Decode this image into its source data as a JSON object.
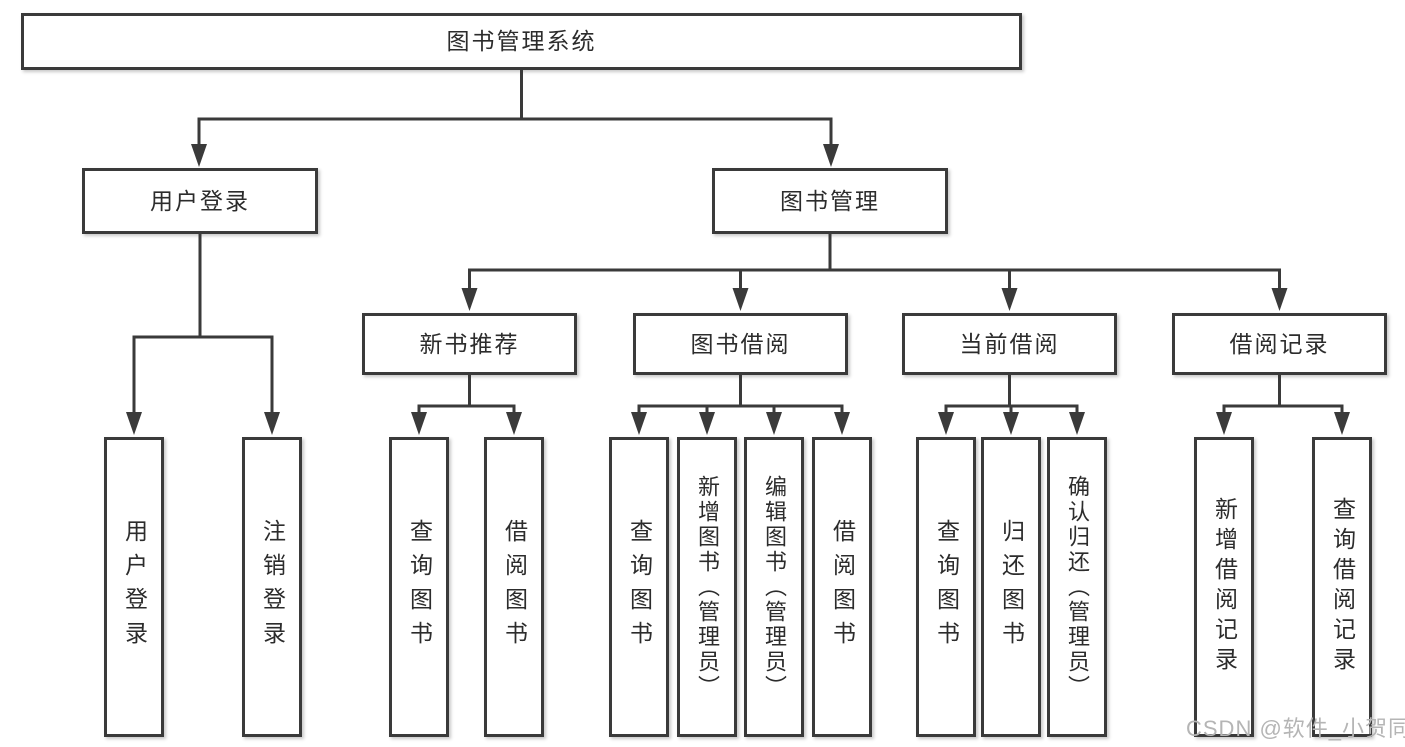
{
  "diagram": {
    "type": "org-tree",
    "colors": {
      "box_border": "#3a3a3a",
      "connector_line": "#3a3a3a",
      "text": "#2c2c2c",
      "background": "#ffffff",
      "watermark": "#b5b5b5"
    },
    "tree": {
      "label": "图书管理系统",
      "children": [
        {
          "label": "用户登录",
          "children": [
            {
              "label": "用户登录"
            },
            {
              "label": "注销登录"
            }
          ]
        },
        {
          "label": "图书管理",
          "children": [
            {
              "label": "新书推荐",
              "children": [
                {
                  "label": "查询图书"
                },
                {
                  "label": "借阅图书"
                }
              ]
            },
            {
              "label": "图书借阅",
              "children": [
                {
                  "label": "查询图书"
                },
                {
                  "label": "新增图书（管理员）"
                },
                {
                  "label": "编辑图书（管理员）"
                },
                {
                  "label": "借阅图书"
                }
              ]
            },
            {
              "label": "当前借阅",
              "children": [
                {
                  "label": "查询图书"
                },
                {
                  "label": "归还图书"
                },
                {
                  "label": "确认归还（管理员）"
                }
              ]
            },
            {
              "label": "借阅记录",
              "children": [
                {
                  "label": "新增借阅记录"
                },
                {
                  "label": "查询借阅记录"
                }
              ]
            }
          ]
        }
      ]
    },
    "watermark": "CSDN @软件_小贺同学"
  }
}
